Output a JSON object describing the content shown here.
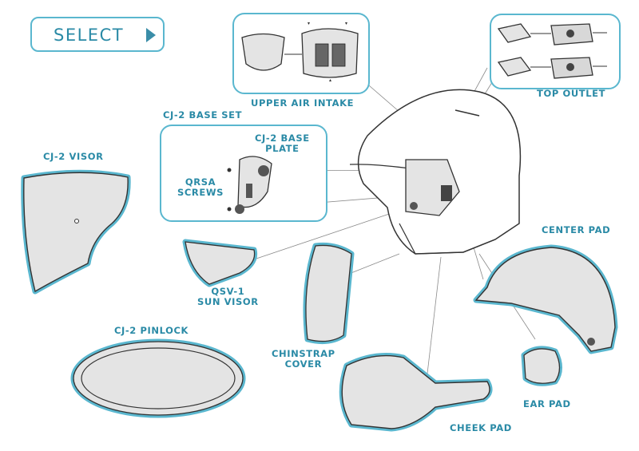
{
  "select_button": {
    "label": "SELECT"
  },
  "labels": {
    "upper_air_intake": "UPPER AIR INTAKE",
    "top_outlet": "TOP OUTLET",
    "base_set": "CJ-2 BASE SET",
    "base_plate": [
      "CJ-2 BASE",
      "PLATE"
    ],
    "screws": [
      "QRSA",
      "SCREWS"
    ],
    "visor": "CJ-2 VISOR",
    "sun_visor": [
      "QSV-1",
      "SUN VISOR"
    ],
    "center_pad": "CENTER PAD",
    "pinlock": "CJ-2 PINLOCK",
    "chinstrap_cover": [
      "CHINSTRAP",
      "COVER"
    ],
    "ear_pad": "EAR PAD",
    "cheek_pad": "CHEEK PAD"
  },
  "colors": {
    "accent": "#5ab7cf",
    "text": "#2a8aa6",
    "part_fill": "#e4e4e4",
    "outline": "#333333"
  },
  "icons": {
    "select_arrow": "triangle-right-icon"
  }
}
